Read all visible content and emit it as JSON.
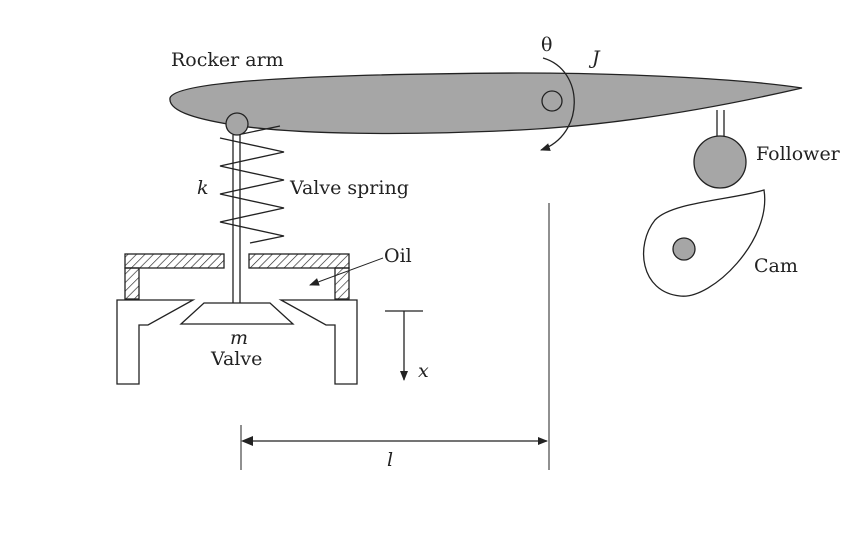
{
  "labels": {
    "rocker_arm": "Rocker arm",
    "theta": "θ",
    "inertia": "J",
    "follower": "Follower",
    "cam": "Cam",
    "spring_constant": "k",
    "valve_spring": "Valve spring",
    "oil": "Oil",
    "mass": "m",
    "valve": "Valve",
    "displacement": "x",
    "length": "l"
  },
  "colors": {
    "line": "#222222",
    "part_fill": "#a6a6a6",
    "background": "#ffffff"
  }
}
